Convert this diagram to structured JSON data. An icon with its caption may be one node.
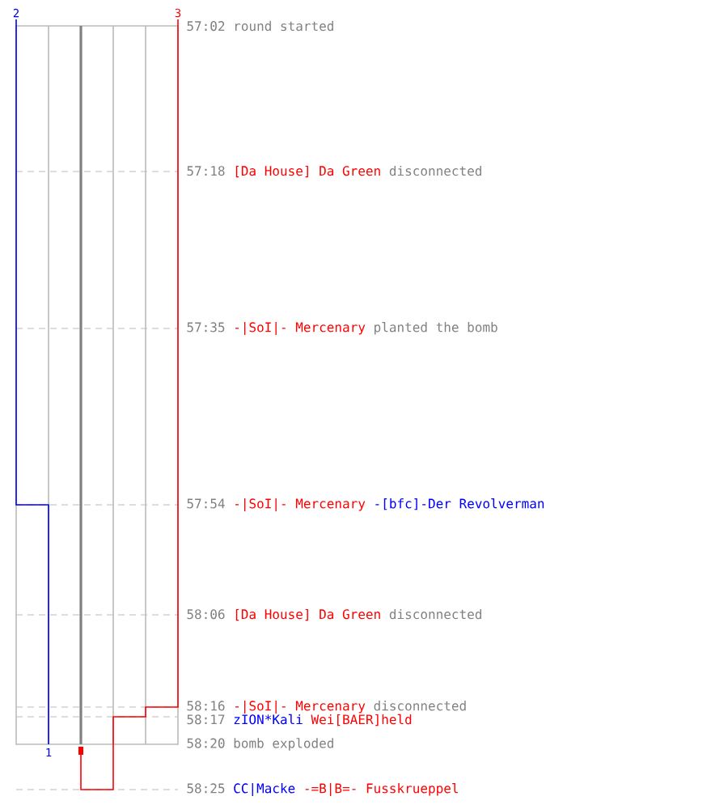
{
  "diagram": {
    "labels": [
      "2",
      "3",
      "57:02",
      "round started",
      "57:18",
      "[Da House] Da Green",
      "disconnected",
      "57:35",
      "-|SoI|- Mercenary",
      "planted the bomb",
      "57:54",
      "-|SoI|- Mercenary",
      "-[bfc]-Der Revolverman",
      "58:06",
      "[Da House] Da Green",
      "disconnected",
      "58:16",
      "-|SoI|- Mercenary",
      "disconnected",
      "58:17",
      "zION*Kali",
      "Wei[BAER]held",
      "1",
      "58:20",
      "bomb exploded",
      "58:25",
      "CC|Macke",
      "-=B|B=- Fusskrueppel"
    ]
  }
}
